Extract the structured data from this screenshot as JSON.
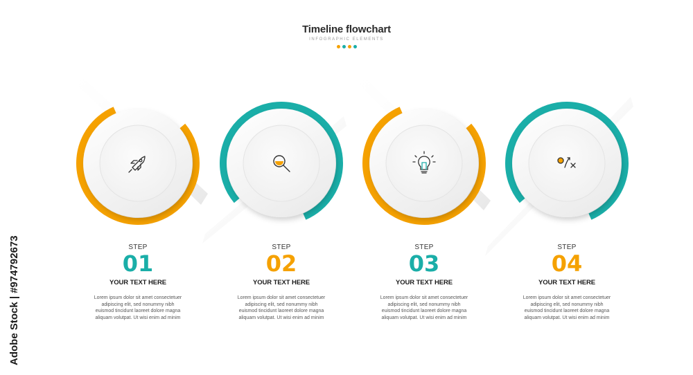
{
  "header": {
    "title": "Timeline flowchart",
    "subtitle": "INFOGRAPHIC ELEMENTS",
    "dot_colors": [
      "#f5a100",
      "#1aaea8",
      "#f5a100",
      "#1aaea8"
    ]
  },
  "colors": {
    "orange": "#f5a100",
    "teal": "#1aaea8"
  },
  "steps": [
    {
      "label": "STEP",
      "number": "01",
      "heading": "YOUR TEXT HERE",
      "icon": "rocket-icon",
      "ring_color": "#f5a100",
      "number_color": "#1aaea8",
      "body": "Lorem ipsum dolor sit amet consectetuer adipiscing elit, sed nonummy nibh euismod tincidunt laoreet dolore magna aliquam volutpat. Ut wisi enim ad minim"
    },
    {
      "label": "STEP",
      "number": "02",
      "heading": "YOUR TEXT HERE",
      "icon": "magnifier-icon",
      "ring_color": "#1aaea8",
      "number_color": "#f5a100",
      "body": "Lorem ipsum dolor sit amet consectetuer adipiscing elit, sed nonummy nibh euismod tincidunt laoreet dolore magna aliquam volutpat. Ut wisi enim ad minim"
    },
    {
      "label": "STEP",
      "number": "03",
      "heading": "YOUR TEXT HERE",
      "icon": "lightbulb-icon",
      "ring_color": "#f5a100",
      "number_color": "#1aaea8",
      "body": "Lorem ipsum dolor sit amet consectetuer adipiscing elit, sed nonummy nibh euismod tincidunt laoreet dolore magna aliquam volutpat. Ut wisi enim ad minim"
    },
    {
      "label": "STEP",
      "number": "04",
      "heading": "YOUR TEXT HERE",
      "icon": "strategy-icon",
      "ring_color": "#1aaea8",
      "number_color": "#f5a100",
      "body": "Lorem ipsum dolor sit amet consectetuer adipiscing elit, sed nonummy nibh euismod tincidunt laoreet dolore magna aliquam volutpat. Ut wisi enim ad minim"
    }
  ],
  "stock_overlay": {
    "text": "Adobe Stock | #974792673"
  }
}
